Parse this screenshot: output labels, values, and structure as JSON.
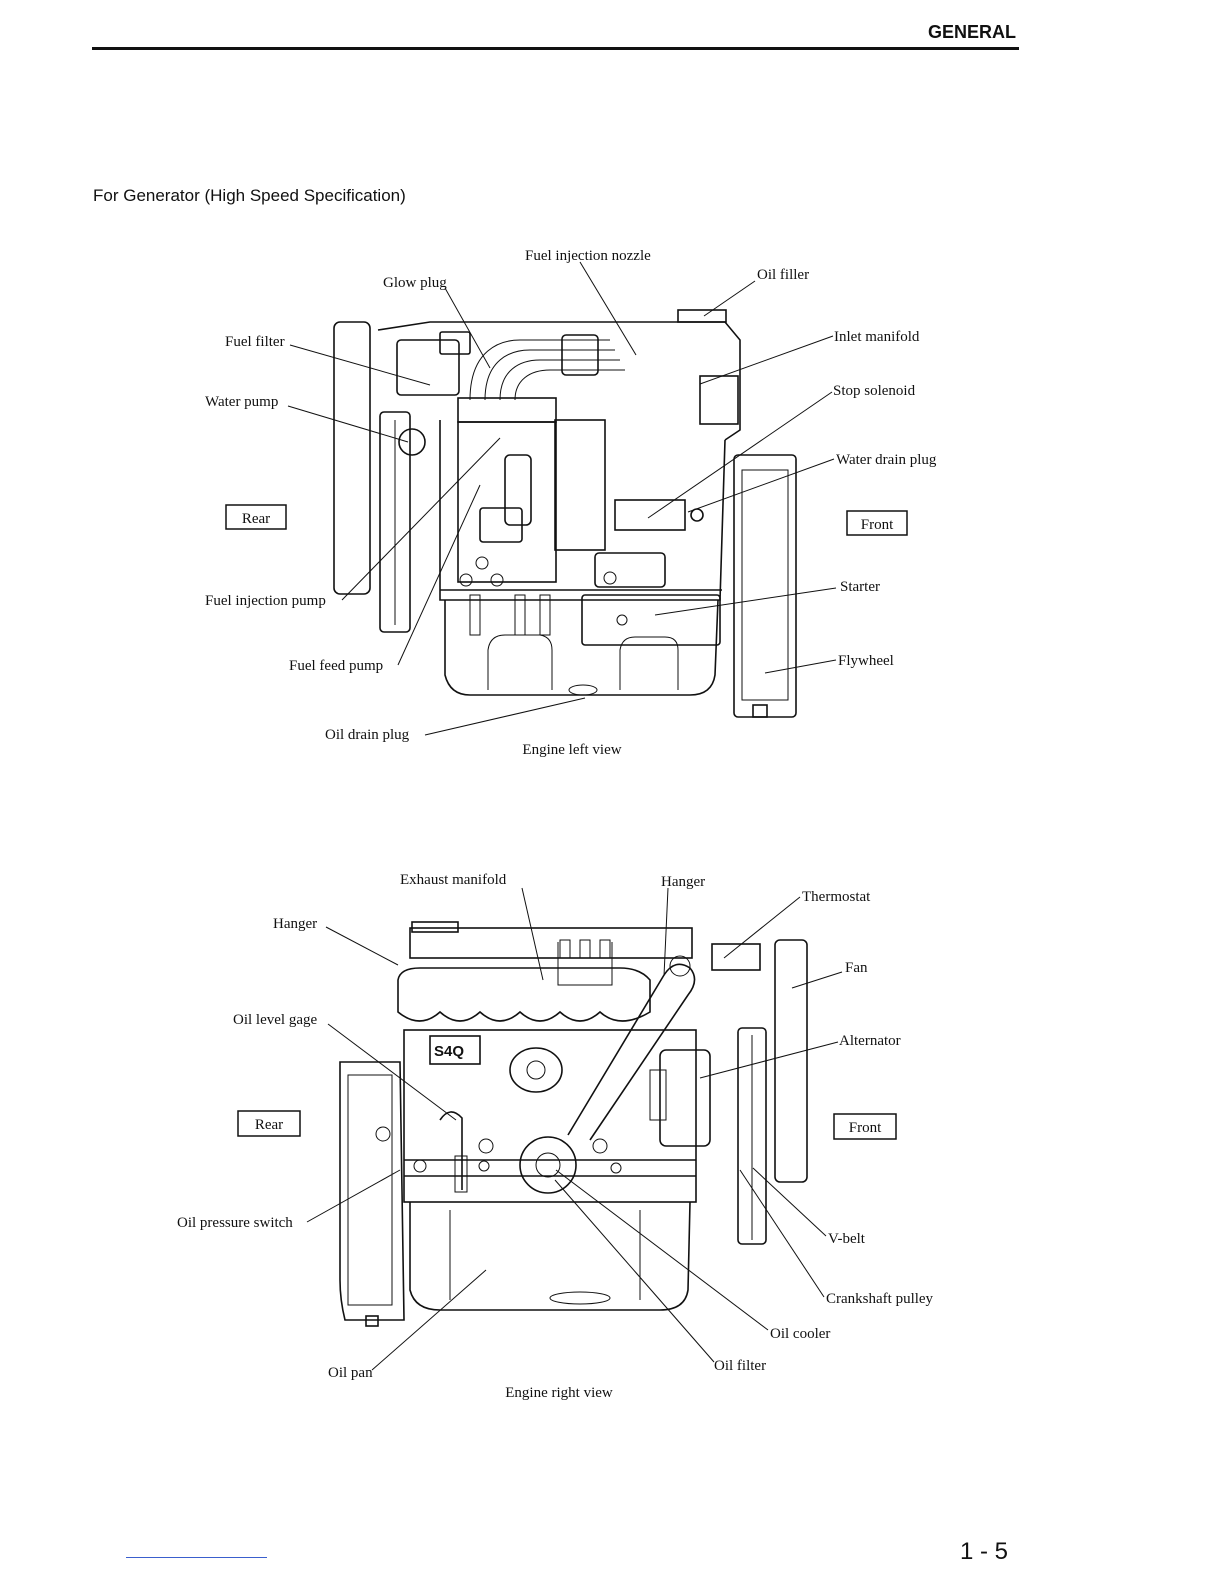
{
  "header": {
    "section": "GENERAL"
  },
  "section_title": "For Generator (High Speed Specification)",
  "left_view": {
    "caption": "Engine left view",
    "rear_label": "Rear",
    "front_label": "Front",
    "labels": {
      "fuel_injection_nozzle": "Fuel injection nozzle",
      "glow_plug": "Glow plug",
      "oil_filler": "Oil filler",
      "fuel_filter": "Fuel filter",
      "inlet_manifold": "Inlet manifold",
      "stop_solenoid": "Stop solenoid",
      "water_pump": "Water pump",
      "water_drain_plug": "Water drain plug",
      "fuel_injection_pump": "Fuel injection pump",
      "starter": "Starter",
      "fuel_feed_pump": "Fuel feed pump",
      "flywheel": "Flywheel",
      "oil_drain_plug": "Oil drain plug"
    }
  },
  "right_view": {
    "caption": "Engine right view",
    "rear_label": "Rear",
    "front_label": "Front",
    "engine_badge": "S4Q",
    "labels": {
      "exhaust_manifold": "Exhaust manifold",
      "hanger_top": "Hanger",
      "thermostat": "Thermostat",
      "hanger_left": "Hanger",
      "fan": "Fan",
      "oil_level_gage": "Oil level gage",
      "alternator": "Alternator",
      "oil_pressure_switch": "Oil pressure switch",
      "v_belt": "V-belt",
      "crankshaft_pulley": "Crankshaft pulley",
      "oil_cooler": "Oil cooler",
      "oil_pan": "Oil pan",
      "oil_filter": "Oil filter"
    }
  },
  "footer": {
    "page_number": "1 - 5"
  }
}
